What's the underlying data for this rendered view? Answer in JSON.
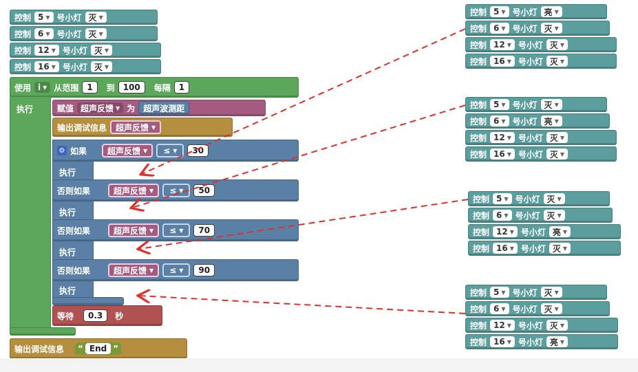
{
  "labels": {
    "control": "控制",
    "light": "号小灯",
    "use": "使用",
    "from_range": "从范围",
    "to": "到",
    "every": "每隔",
    "execute": "执行",
    "assign": "赋值",
    "as": "为",
    "ultra_dist": "超声波测距",
    "print_debug": "输出调试信息",
    "if": "如果",
    "else_if": "否则如果",
    "wait": "等待",
    "seconds": "秒",
    "quote_open": "“",
    "quote_close": "”"
  },
  "var_name": "超声反馈",
  "loop": {
    "var": "i",
    "from": "1",
    "to": "100",
    "step": "1"
  },
  "compare_op": "≤",
  "thresholds": [
    "30",
    "50",
    "70",
    "90"
  ],
  "wait_value": "0.3",
  "end_text": "End",
  "left_lights": [
    {
      "pin": "5",
      "state": "灭"
    },
    {
      "pin": "6",
      "state": "灭"
    },
    {
      "pin": "12",
      "state": "灭"
    },
    {
      "pin": "16",
      "state": "灭"
    }
  ],
  "right_groups": [
    [
      {
        "pin": "5",
        "state": "亮"
      },
      {
        "pin": "6",
        "state": "灭"
      },
      {
        "pin": "12",
        "state": "灭"
      },
      {
        "pin": "16",
        "state": "灭"
      }
    ],
    [
      {
        "pin": "5",
        "state": "灭"
      },
      {
        "pin": "6",
        "state": "亮"
      },
      {
        "pin": "12",
        "state": "灭"
      },
      {
        "pin": "16",
        "state": "灭"
      }
    ],
    [
      {
        "pin": "5",
        "state": "灭"
      },
      {
        "pin": "6",
        "state": "灭"
      },
      {
        "pin": "12",
        "state": "亮"
      },
      {
        "pin": "16",
        "state": "灭"
      }
    ],
    [
      {
        "pin": "5",
        "state": "灭"
      },
      {
        "pin": "6",
        "state": "灭"
      },
      {
        "pin": "12",
        "state": "灭"
      },
      {
        "pin": "16",
        "state": "亮"
      }
    ]
  ],
  "colors": {
    "teal": "#5c9e9e",
    "green": "#5ba85b",
    "orange": "#b58f3e",
    "maroon": "#a55b80",
    "blue": "#5b80a5",
    "red": "#b05252",
    "arrow": "#e0302a"
  }
}
